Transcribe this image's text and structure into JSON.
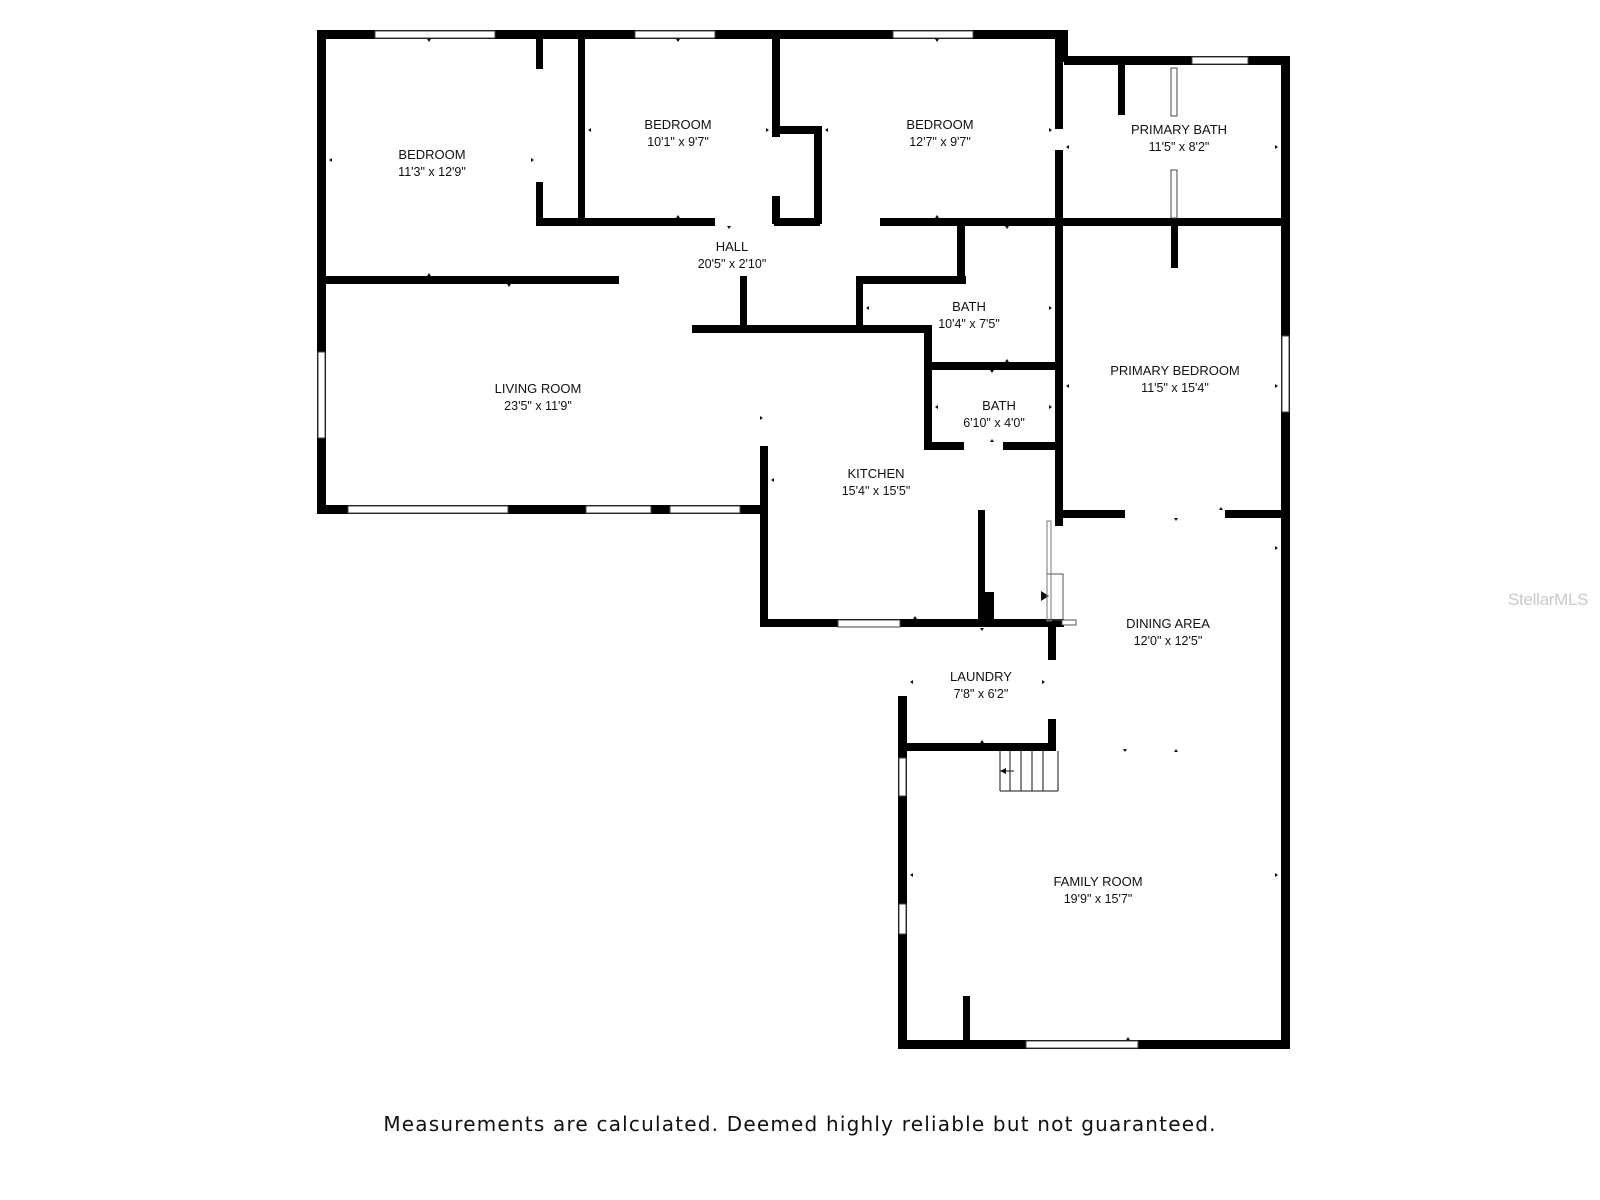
{
  "rooms": {
    "bedroom_west": {
      "name": "BEDROOM",
      "dims": "11'3\" x 12'9\""
    },
    "bedroom_middle": {
      "name": "BEDROOM",
      "dims": "10'1\" x 9'7\""
    },
    "bedroom_east": {
      "name": "BEDROOM",
      "dims": "12'7\" x 9'7\""
    },
    "primary_bath": {
      "name": "PRIMARY BATH",
      "dims": "11'5\" x 8'2\""
    },
    "hall": {
      "name": "HALL",
      "dims": "20'5\" x 2'10\""
    },
    "bath_upper": {
      "name": "BATH",
      "dims": "10'4\" x 7'5\""
    },
    "bath_lower": {
      "name": "BATH",
      "dims": "6'10\" x 4'0\""
    },
    "living_room": {
      "name": "LIVING ROOM",
      "dims": "23'5\" x 11'9\""
    },
    "primary_bedroom": {
      "name": "PRIMARY BEDROOM",
      "dims": "11'5\" x 15'4\""
    },
    "kitchen": {
      "name": "KITCHEN",
      "dims": "15'4\" x 15'5\""
    },
    "dining_area": {
      "name": "DINING AREA",
      "dims": "12'0\" x 12'5\""
    },
    "laundry": {
      "name": "LAUNDRY",
      "dims": "7'8\" x 6'2\""
    },
    "family_room": {
      "name": "FAMILY ROOM",
      "dims": "19'9\" x 15'7\""
    }
  },
  "disclaimer": "Measurements are calculated. Deemed highly reliable but not guaranteed.",
  "watermark": "StellarMLS",
  "colors": {
    "wall": "#000000",
    "background": "#ffffff",
    "watermark": "#c9c9c9"
  }
}
